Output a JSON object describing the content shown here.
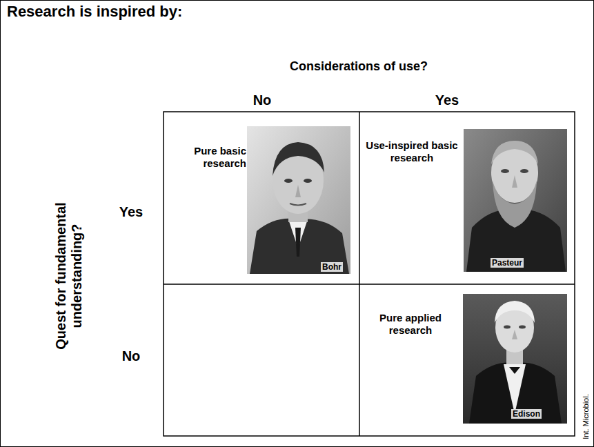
{
  "diagram": {
    "title": "Research is inspired by:",
    "nodes": [
      {
        "text": [
          "Pure basic research",
          "Bohr"
        ]
      },
      {
        "text": [
          "Use-inspired basic research",
          "Pasteur"
        ]
      },
      {
        "text": [
          "Pure applied research",
          "Edison"
        ]
      }
    ],
    "labels": [
      "Considerations of use?",
      "No",
      "Yes",
      "Quest for fundamental understanding?",
      "Yes",
      "No",
      "Int. Microbiol."
    ]
  }
}
